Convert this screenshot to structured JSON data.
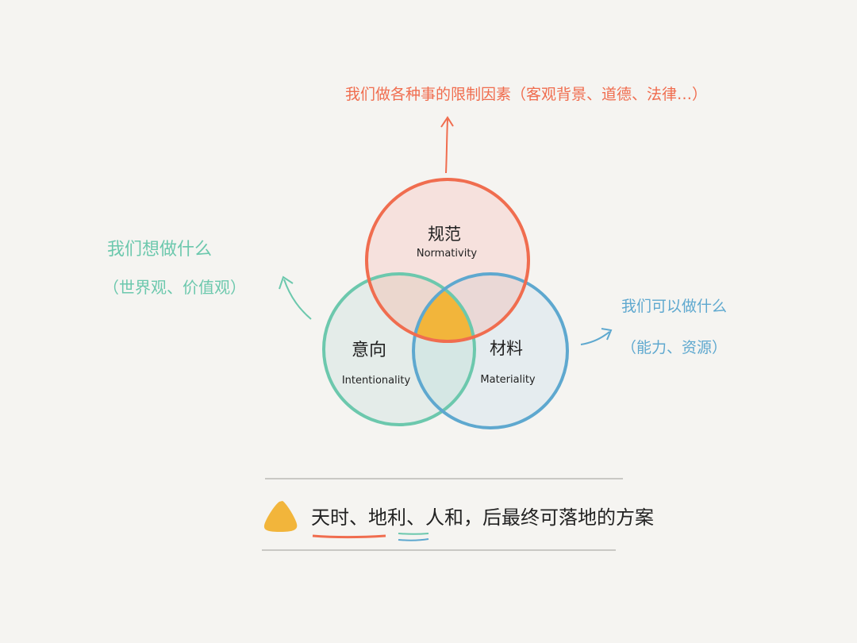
{
  "top_annotation": "我们做各种事的限制因素（客观背景、道德、法律…）",
  "left_annotation": {
    "line1": "我们想做什么",
    "line2": "（世界观、价值观）"
  },
  "right_annotation": {
    "line1": "我们可以做什么",
    "line2": "（能力、资源）"
  },
  "circles": {
    "normativity": {
      "zh": "规范",
      "en": "Normativity",
      "color": "#f06d4f"
    },
    "intentionality": {
      "zh": "意向",
      "en": "Intentionality",
      "color": "#6cc8ad"
    },
    "materiality": {
      "zh": "材料",
      "en": "Materiality",
      "color": "#5ea8cf"
    }
  },
  "intersection_color": "#f2b53b",
  "legend": {
    "text": "天时、地利、人和，后最终可落地的方案",
    "underline_red": "#f06d4f",
    "underline_teal": "#6cc8ad",
    "underline_blue": "#5ea8cf"
  }
}
